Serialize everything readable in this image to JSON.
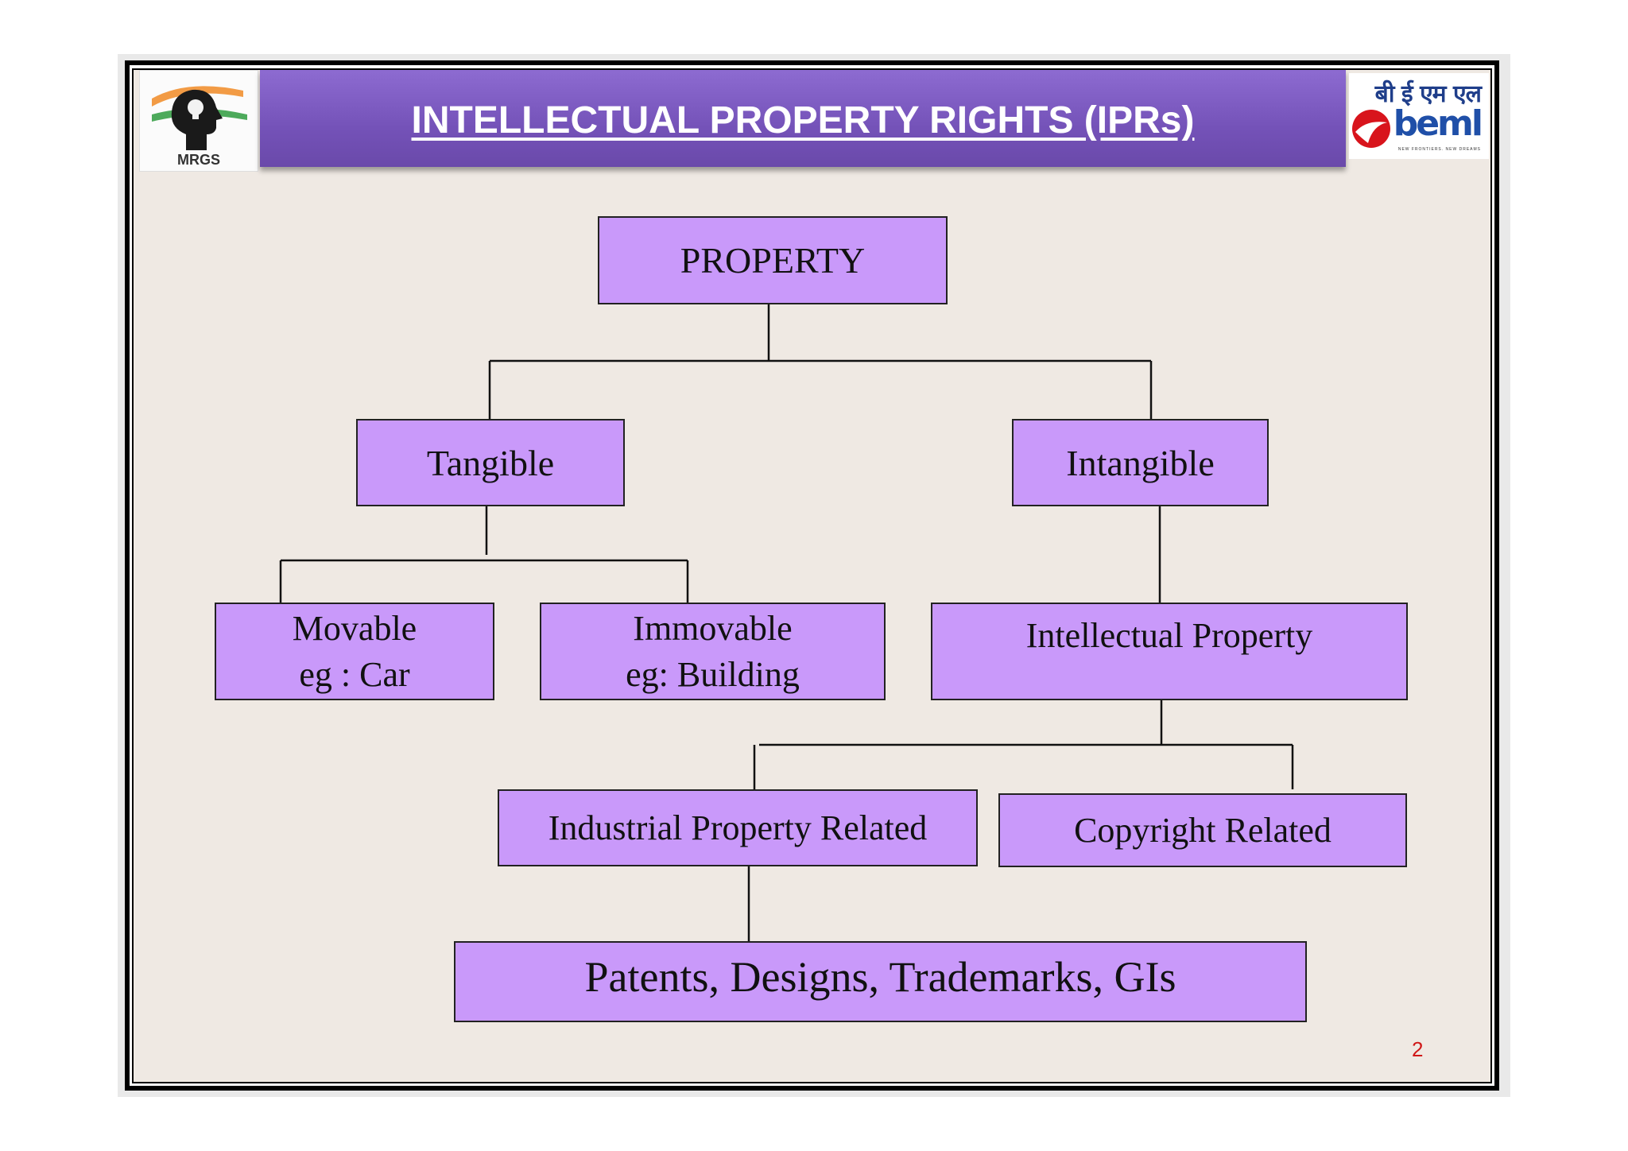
{
  "header": {
    "title": "INTELLECTUAL PROPERTY RIGHTS (IPRs)",
    "logo_left_caption": "MRGS",
    "logo_right_devanagari": "बी ई एम एल",
    "logo_right_text": "beml",
    "logo_right_tagline": "NEW FRONTIERS. NEW DREAMS"
  },
  "nodes": {
    "property": "PROPERTY",
    "tangible": "Tangible",
    "intangible": "Intangible",
    "movable": {
      "line1": "Movable",
      "line2": "eg : Car"
    },
    "immovable": {
      "line1": "Immovable",
      "line2": "eg: Building"
    },
    "intellectual_property": "Intellectual Property",
    "industrial_property_related": "Industrial Property Related",
    "copyright_related": "Copyright Related",
    "patents": "Patents, Designs, Trademarks, GIs"
  },
  "page_number": "2",
  "colors": {
    "box_fill": "#c999fa",
    "title_bar": "#7452b8",
    "slide_background": "#efe9e3",
    "page_number": "#d01818"
  }
}
